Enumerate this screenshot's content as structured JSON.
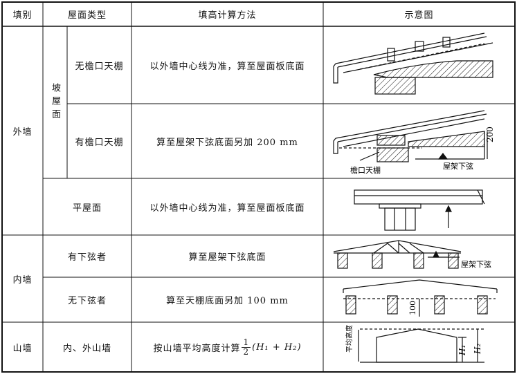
{
  "headers": {
    "col1": "填别",
    "col2": "屋面类型",
    "col3": "填高计算方法",
    "col4": "示意图"
  },
  "rows": {
    "outer_wall": "外墙",
    "slope_roof": "坡屋面",
    "no_eave_ceiling": "无檐口天棚",
    "no_eave_method": "以外墙中心线为准，算至屋面板底面",
    "eave_ceiling": "有檐口天棚",
    "eave_method": "算至屋架下弦底面另加 200 mm",
    "flat_roof": "平屋面",
    "flat_method": "以外墙中心线为准，算至屋面板底面",
    "inner_wall": "内墙",
    "with_chord": "有下弦者",
    "with_chord_method": "算至屋架下弦底面",
    "no_chord": "无下弦者",
    "no_chord_method": "算至天棚底面另加 100 mm",
    "gable_wall": "山墙",
    "gable_type": "内、外山墙",
    "gable_method_prefix": "按山墙平均高度计算",
    "gable_frac_num": "1",
    "gable_frac_den": "2",
    "gable_formula": "(H₁ + H₂)"
  },
  "diagram_labels": {
    "dim_200": "200",
    "eave_ceiling_label": "檐口天棚",
    "truss_chord_label": "屋架下弦",
    "truss_chord_label_2": "屋架下弦",
    "dim_100": "100",
    "avg_height": "平均高度",
    "h1": "H₁",
    "h2": "H₂"
  }
}
